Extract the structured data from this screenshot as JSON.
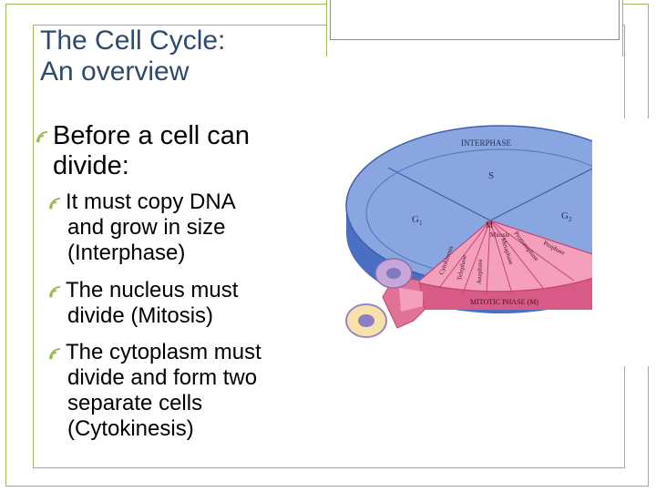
{
  "slide": {
    "title_lines": [
      "The Cell Cycle:",
      "An overview"
    ],
    "bullet_main": [
      "Before a cell can",
      "divide:"
    ],
    "sub_bullets": [
      {
        "lines": [
          "It must copy DNA",
          "and grow in size",
          "(Interphase)"
        ]
      },
      {
        "lines": [
          "The nucleus must",
          "divide (Mitosis)"
        ]
      },
      {
        "lines": [
          "The cytoplasm must",
          "divide and form two",
          "separate cells",
          "(Cytokinesis)"
        ]
      }
    ],
    "bullet_icon": "signal-icon",
    "theme_color": "#9bbb59",
    "title_color": "#2e4a6e"
  },
  "diagram": {
    "labels": {
      "interphase": "INTERPHASE",
      "s": "S",
      "g1": "G",
      "g1_sub": "1",
      "g2": "G",
      "g2_sub": "2",
      "m": "M",
      "mitosis": "Mitosis",
      "cytokinesis": "Cytokinesis",
      "telophase": "Telophase",
      "anaphase": "Anaphase",
      "metaphase": "Metaphase",
      "prometaphase": "Prometaphase",
      "prophase": "Prophase",
      "mitotic_phase": "MITOTIC PHASE (M)"
    },
    "colors": {
      "interphase_top": "#8aa6e0",
      "interphase_side": "#4a6fc4",
      "mitotic_top": "#f4a0bc",
      "mitotic_side": "#d85a86",
      "cell_outer": "#c7a6d8",
      "cell_nucleus": "#7f79c0",
      "cell2_outer": "#f6e2a8",
      "cell2_nucleus": "#8d7fc6"
    }
  }
}
